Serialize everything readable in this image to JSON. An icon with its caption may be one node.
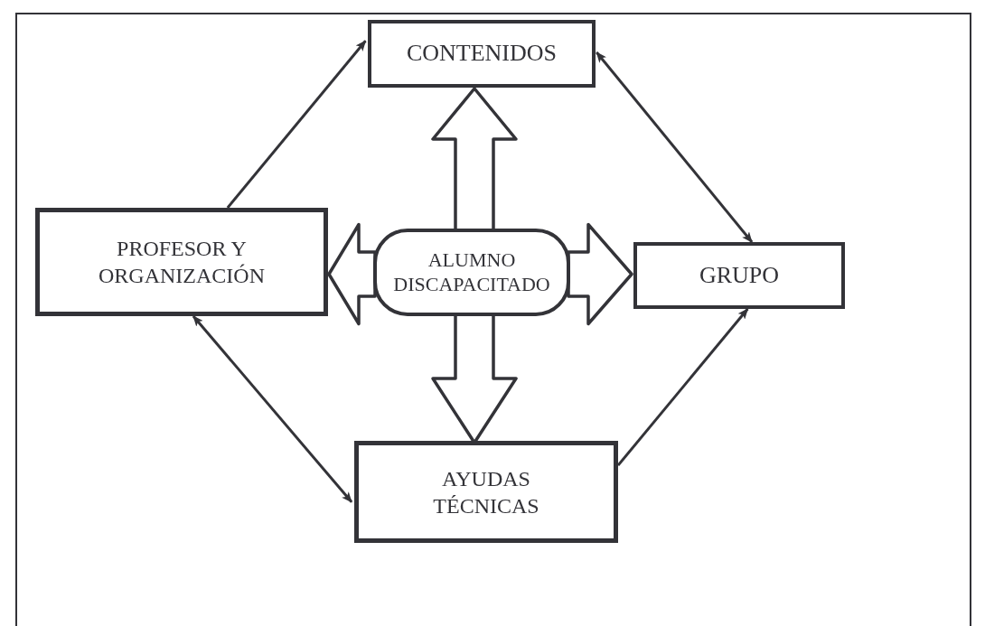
{
  "diagram": {
    "nodes": [
      {
        "text": [
          "CONTENIDOS"
        ]
      },
      {
        "text": [
          "PROFESOR Y ORGANIZACIÓN"
        ]
      },
      {
        "text": [
          "ALUMNO DISCAPACITADO"
        ]
      },
      {
        "text": [
          "GRUPO"
        ]
      },
      {
        "text": [
          "AYUDAS TÉCNICAS"
        ]
      }
    ],
    "edges": [
      {
        "from": 1,
        "to": 0,
        "arrow": "to"
      },
      {
        "from": 0,
        "to": 3,
        "arrow": "both"
      },
      {
        "from": 1,
        "to": 4,
        "arrow": "both"
      },
      {
        "from": 4,
        "to": 3,
        "arrow": "to"
      },
      {
        "from": 2,
        "to": 0,
        "arrow": "to",
        "style": "thick"
      },
      {
        "from": 2,
        "to": 1,
        "arrow": "to",
        "style": "thick"
      },
      {
        "from": 2,
        "to": 3,
        "arrow": "to",
        "style": "thick"
      },
      {
        "from": 2,
        "to": 4,
        "arrow": "to",
        "style": "thick"
      }
    ]
  }
}
